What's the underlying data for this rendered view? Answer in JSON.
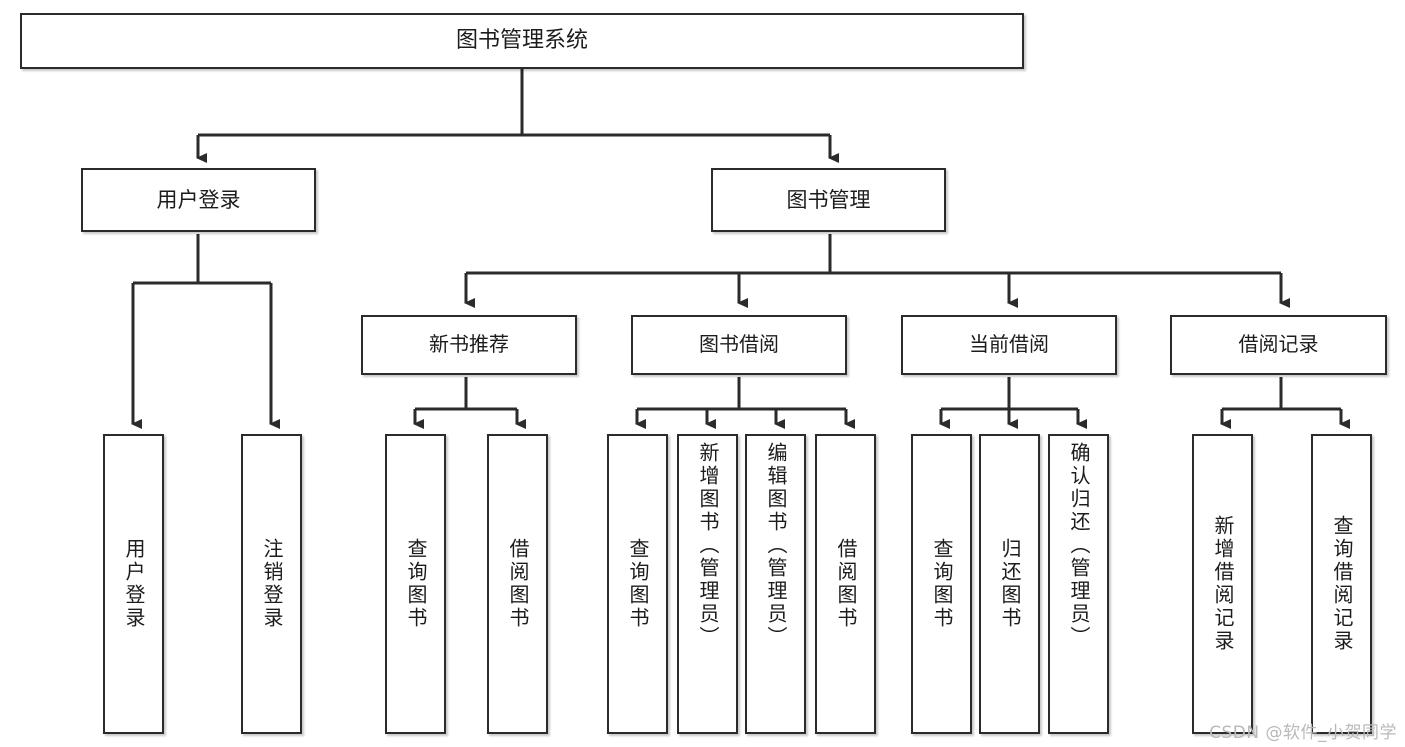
{
  "diagram": {
    "title": "图书管理系统",
    "watermark": "CSDN @软件_小贺同学",
    "root": {
      "label": "图书管理系统"
    },
    "level2": [
      {
        "id": "user-login",
        "label": "用户登录"
      },
      {
        "id": "book-manage",
        "label": "图书管理"
      }
    ],
    "level3": [
      {
        "id": "new-book-recommend",
        "label": "新书推荐"
      },
      {
        "id": "book-borrow",
        "label": "图书借阅"
      },
      {
        "id": "current-borrow",
        "label": "当前借阅"
      },
      {
        "id": "borrow-record",
        "label": "借阅记录"
      }
    ],
    "leaves": {
      "user_login": [
        {
          "id": "leaf-user-login",
          "label": "用户登录"
        },
        {
          "id": "leaf-logout-login",
          "label": "注销登录"
        }
      ],
      "new_book_recommend": [
        {
          "id": "leaf-query-book-1",
          "label": "查询图书"
        },
        {
          "id": "leaf-borrow-book-1",
          "label": "借阅图书"
        }
      ],
      "book_borrow": [
        {
          "id": "leaf-query-book-2",
          "label": "查询图书"
        },
        {
          "id": "leaf-add-book",
          "label": "新增图书（管理员）"
        },
        {
          "id": "leaf-edit-book",
          "label": "编辑图书（管理员）"
        },
        {
          "id": "leaf-borrow-book-2",
          "label": "借阅图书"
        }
      ],
      "current_borrow": [
        {
          "id": "leaf-query-book-3",
          "label": "查询图书"
        },
        {
          "id": "leaf-return-book",
          "label": "归还图书"
        },
        {
          "id": "leaf-confirm-return",
          "label": "确认归还（管理员）"
        }
      ],
      "borrow_record": [
        {
          "id": "leaf-add-record",
          "label": "新增借阅记录"
        },
        {
          "id": "leaf-query-record",
          "label": "查询借阅记录"
        }
      ]
    },
    "colors": {
      "stroke": "#2b2b2b",
      "background": "#ffffff",
      "text": "#1c1c1c",
      "watermark": "#b9b9b9"
    }
  }
}
